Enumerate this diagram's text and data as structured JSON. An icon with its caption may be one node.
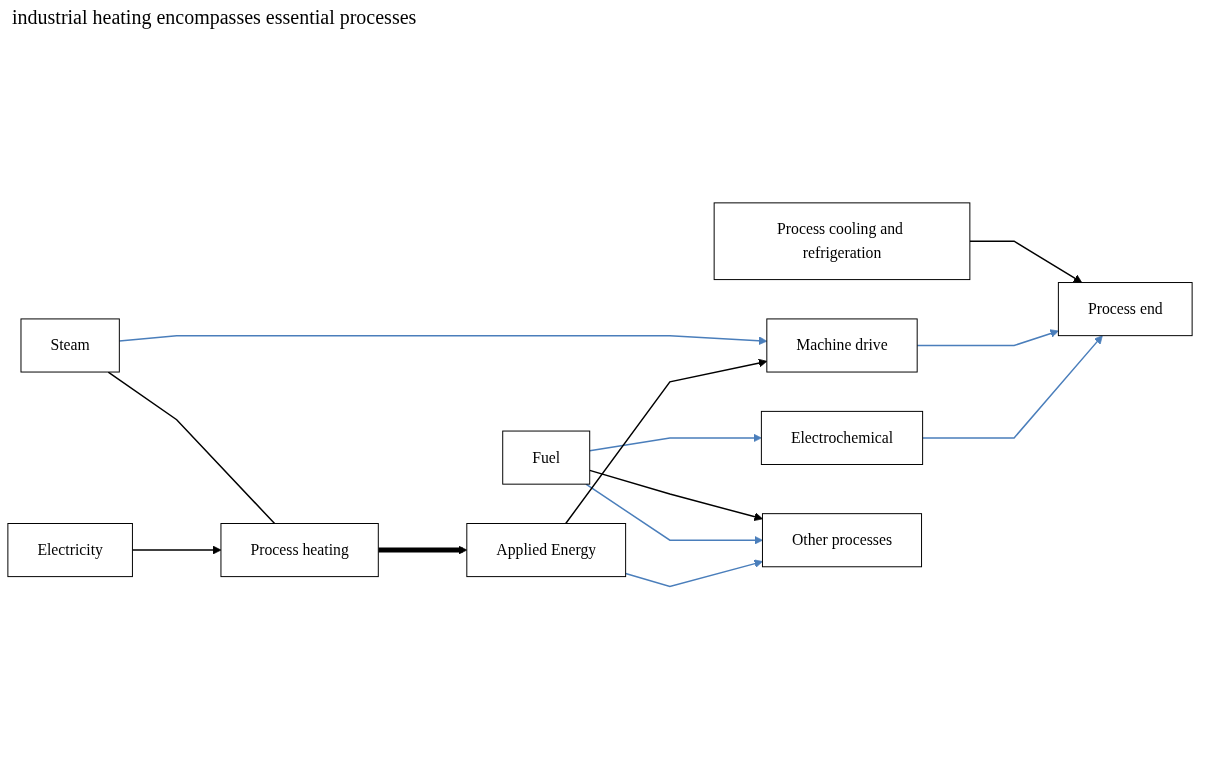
{
  "diagram": {
    "title": "industrial heating encompasses essential processes",
    "nodes": [
      {
        "text": [
          "Steam"
        ]
      },
      {
        "text": [
          "Electricity"
        ]
      },
      {
        "text": [
          "Fuel"
        ]
      },
      {
        "text": [
          "Process heating"
        ]
      },
      {
        "text": [
          "Process cooling and refrigeration"
        ]
      },
      {
        "text": [
          "Applied Energy"
        ]
      },
      {
        "text": [
          "Machine drive"
        ]
      },
      {
        "text": [
          "Electrochemical"
        ]
      },
      {
        "text": [
          "Process end"
        ]
      },
      {
        "text": [
          "Other processes"
        ]
      }
    ],
    "edges": [
      {
        "from": 0,
        "to": 3,
        "arrow": "none"
      },
      {
        "from": 0,
        "to": 6,
        "arrow": "to",
        "color": "#4a7ebb"
      },
      {
        "from": 1,
        "to": 3,
        "arrow": "to"
      },
      {
        "from": 2,
        "to": 9,
        "arrow": "to"
      },
      {
        "from": 2,
        "to": 7,
        "arrow": "to",
        "color": "#4a7ebb"
      },
      {
        "from": 2,
        "to": 9,
        "arrow": "to",
        "color": "#4a7ebb"
      },
      {
        "from": 3,
        "to": 5,
        "arrow": "to",
        "style": "thick"
      },
      {
        "from": 4,
        "to": 8,
        "arrow": "to"
      },
      {
        "from": 5,
        "to": 6,
        "arrow": "to"
      },
      {
        "from": 6,
        "to": 8,
        "arrow": "to",
        "color": "#4a7ebb"
      },
      {
        "from": 7,
        "to": 8,
        "arrow": "to",
        "color": "#4a7ebb"
      },
      {
        "from": 5,
        "to": 9,
        "arrow": "to",
        "color": "#4a7ebb"
      }
    ]
  }
}
